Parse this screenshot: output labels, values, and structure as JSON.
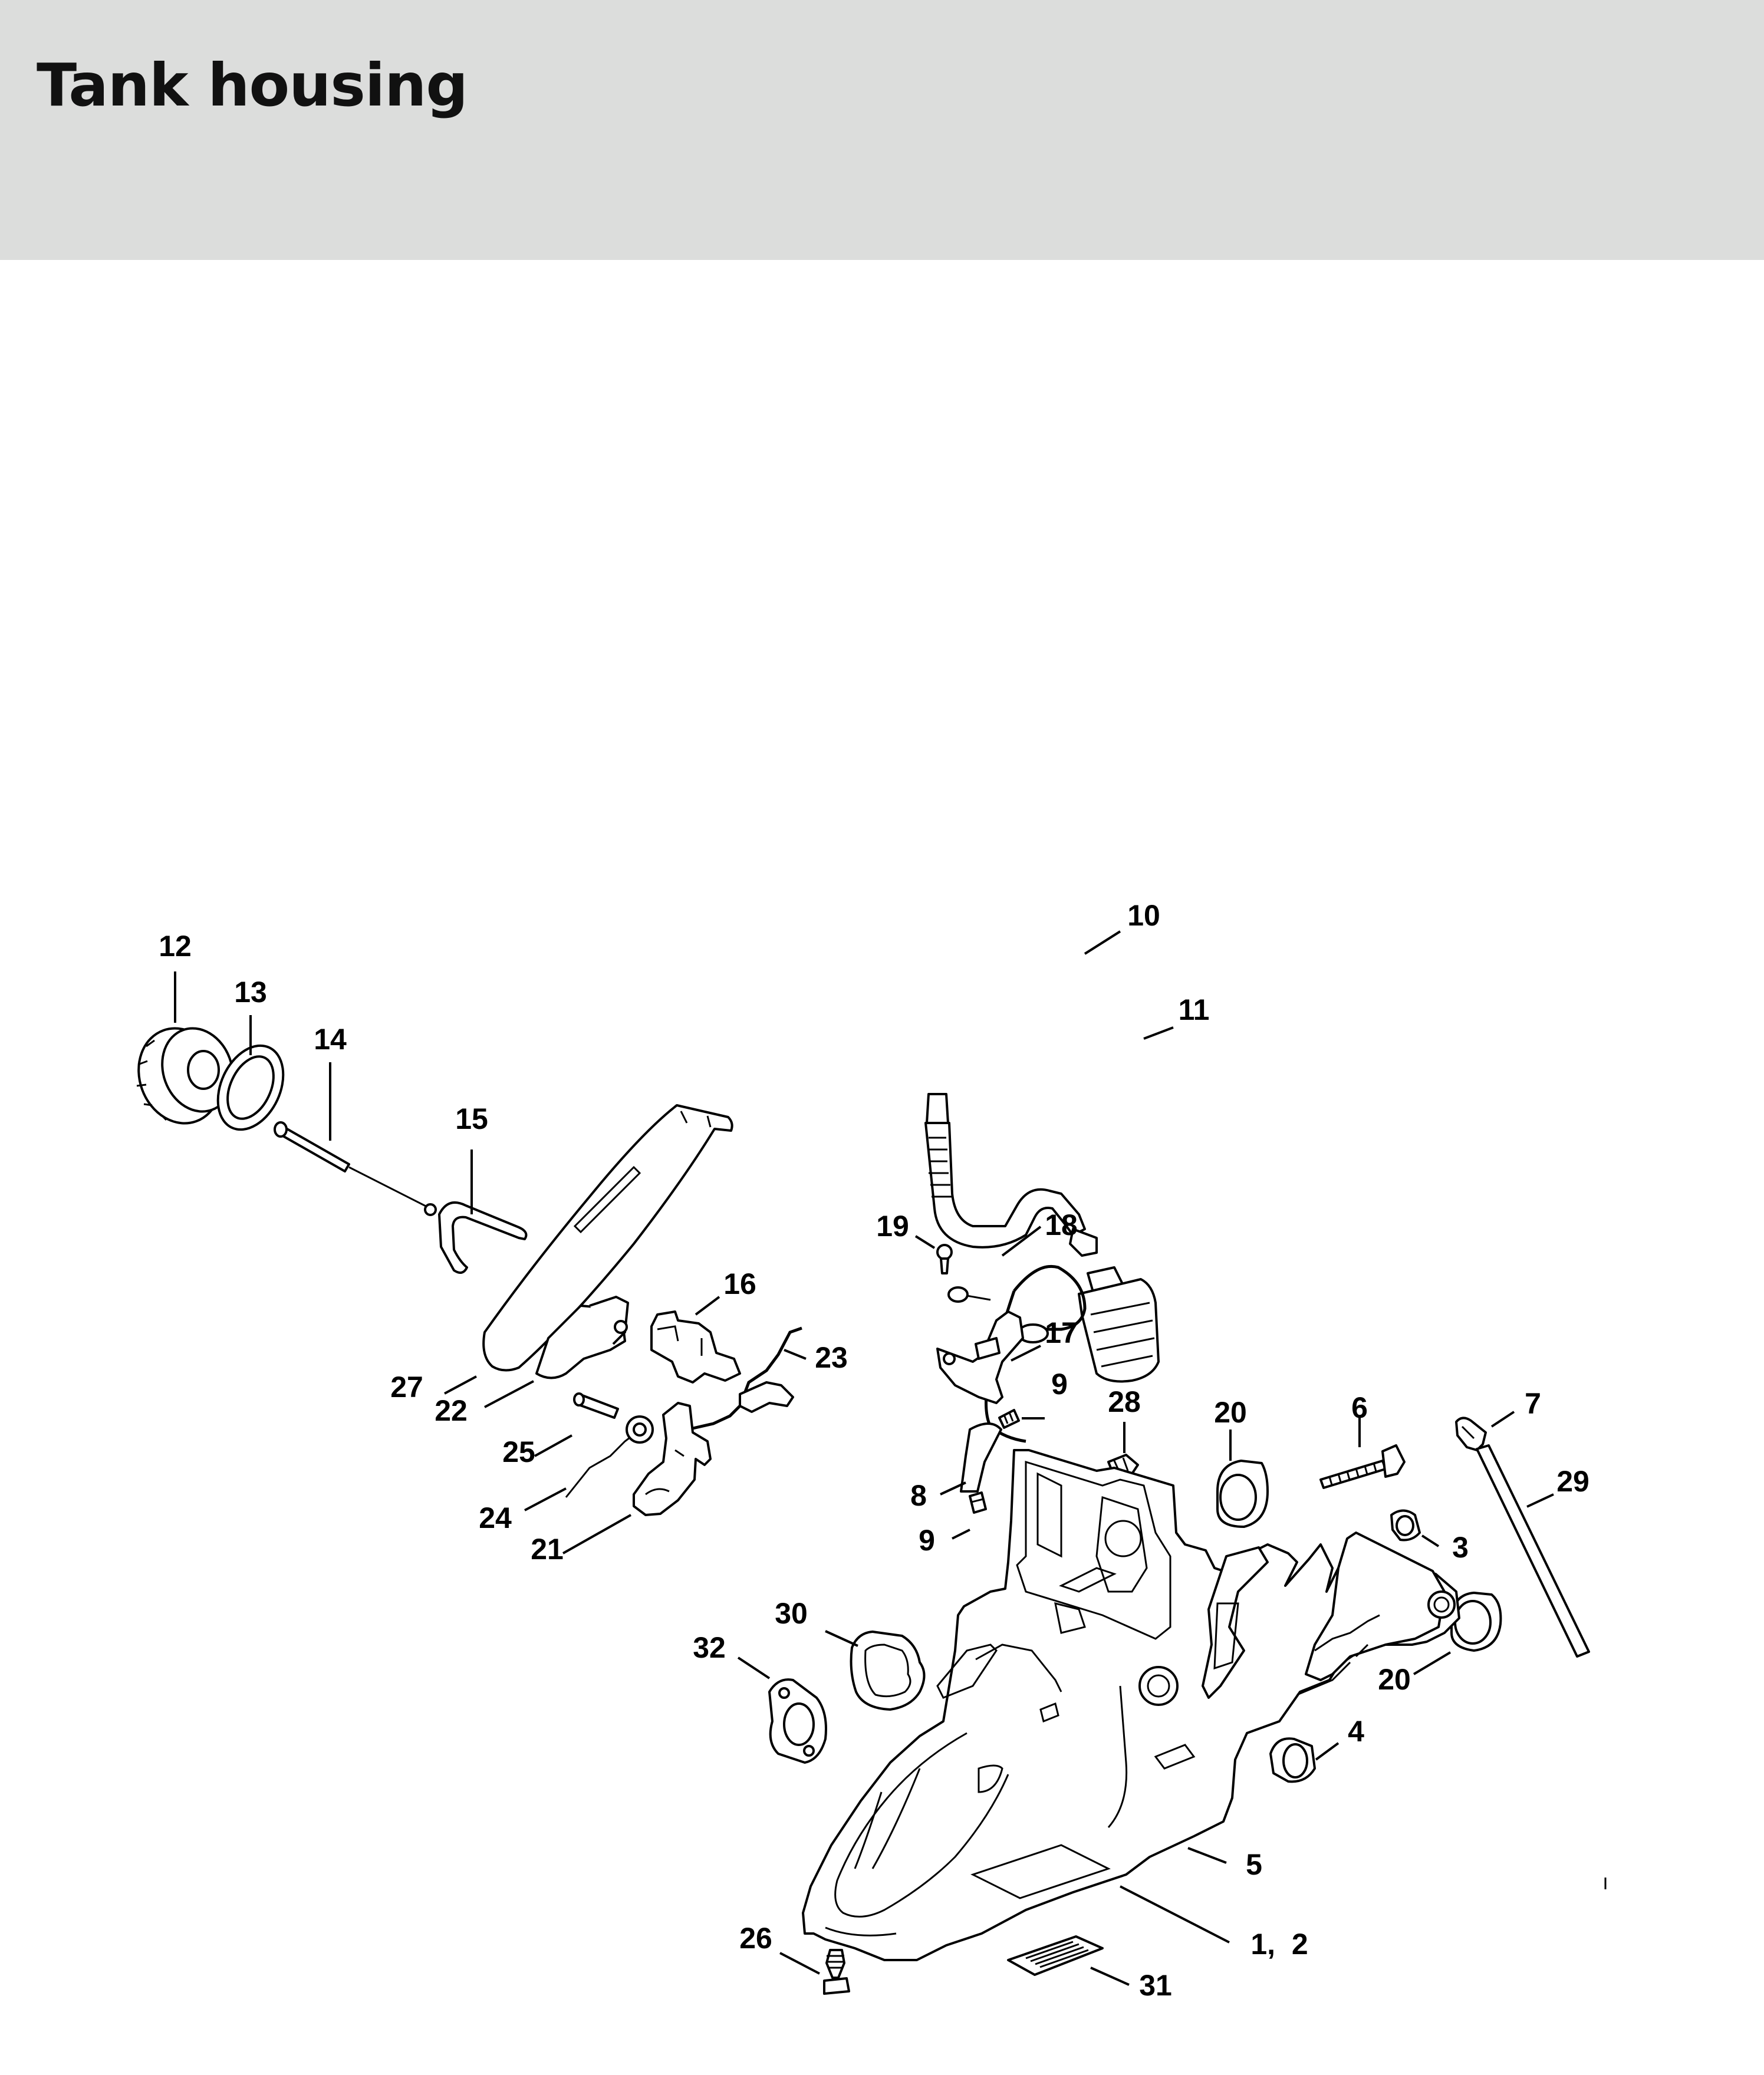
{
  "page": {
    "title": "Tank housing"
  },
  "colors": {
    "header_background": "#dcdddc",
    "text": "#111111",
    "line_art": "#000000"
  },
  "callouts": {
    "c12": "12",
    "c13": "13",
    "c14": "14",
    "c15": "15",
    "c10": "10",
    "c11": "11",
    "c19": "19",
    "c18": "18",
    "c16": "16",
    "c17": "17",
    "c23": "23",
    "c27": "27",
    "c22": "22",
    "c25": "25",
    "c24": "24",
    "c21": "21",
    "c9a": "9",
    "c28": "28",
    "c20a": "20",
    "c6": "6",
    "c7": "7",
    "c29": "29",
    "c8": "8",
    "c9b": "9",
    "c3": "3",
    "c30": "30",
    "c32": "32",
    "c20b": "20",
    "c4": "4",
    "c5": "5",
    "c1_2": "1,  2",
    "c26": "26",
    "c31": "31"
  }
}
